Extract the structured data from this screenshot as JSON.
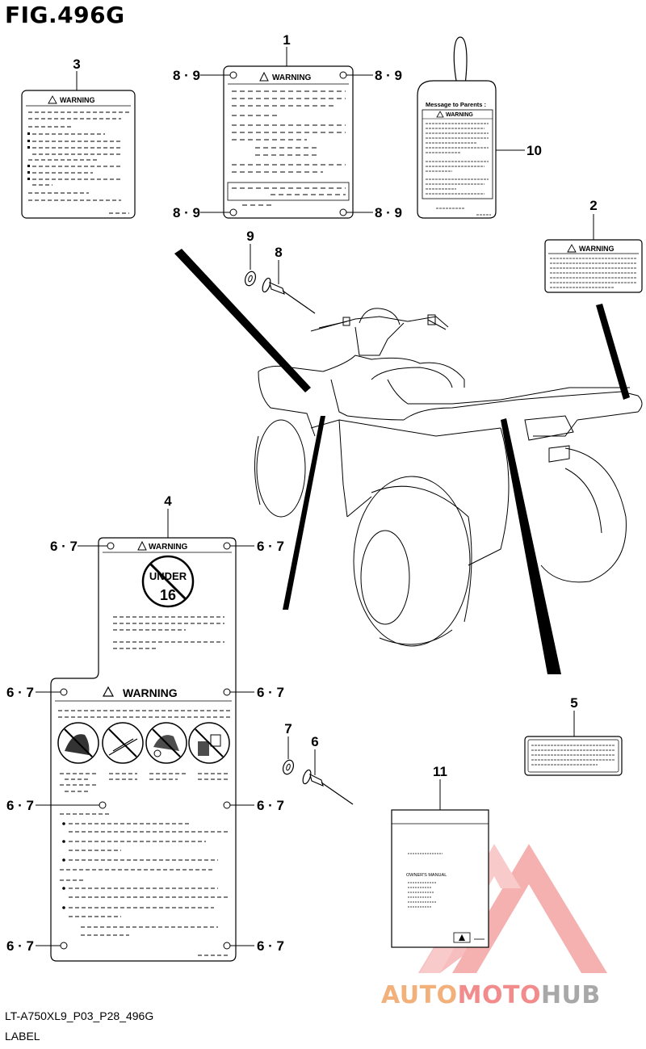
{
  "figure": {
    "title": "FIG.496G"
  },
  "footer": {
    "code": "LT-A750XL9_P03_P28_496G",
    "label": "LABEL"
  },
  "callouts": {
    "c1": "1",
    "c2": "2",
    "c3": "3",
    "c4": "4",
    "c5": "5",
    "c6": "6",
    "c7": "7",
    "c8": "8",
    "c9": "9",
    "c10": "10",
    "c11": "11",
    "c89_a": "8 · 9",
    "c89_b": "8 · 9",
    "c89_c": "8 · 9",
    "c89_d": "8 · 9",
    "c67_a": "6 · 7",
    "c67_b": "6 · 7",
    "c67_c": "6 · 7",
    "c67_d": "6 · 7",
    "c67_e": "6 · 7",
    "c67_f": "6 · 7",
    "c67_g": "6 · 7",
    "c67_h": "6 · 7"
  },
  "labels": {
    "label1_warning": "WARNING",
    "label2_warning": "WARNING",
    "label3_warning": "WARNING",
    "label4_warning_top": "WARNING",
    "label4_warning_bottom": "WARNING",
    "under_text": "UNDER",
    "age_text": "16",
    "tag_heading": "Message to Parents :",
    "tag_warning": "WARNING",
    "manual_text": "OWNER'S MANUAL"
  },
  "watermark": {
    "part1": "AUTO",
    "part2": "MOTO",
    "part3": "HUB"
  }
}
